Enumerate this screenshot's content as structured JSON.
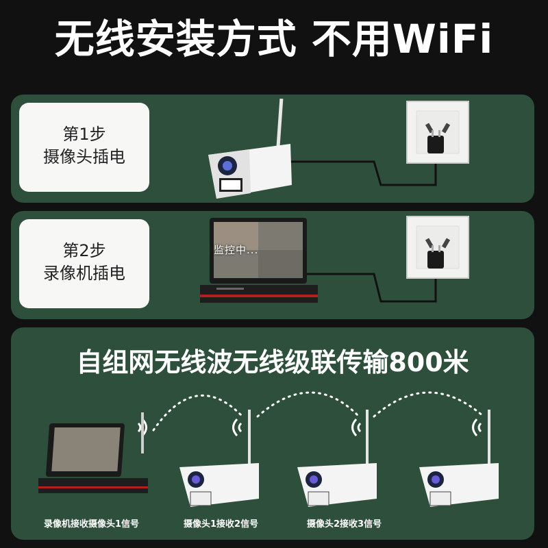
{
  "title": "无线安装方式 不用WiFi",
  "steps": [
    {
      "num": "第1步",
      "text": "摄像头插电"
    },
    {
      "num": "第2步",
      "text": "录像机插电"
    }
  ],
  "nvr_screen_text": "监控中...",
  "mesh": {
    "title": "自组网无线波无线级联传输800米",
    "captions": [
      "录像机接收摄像头1信号",
      "摄像头1接收2信号",
      "摄像头2接收3信号"
    ]
  },
  "colors": {
    "background": "#111111",
    "panel": "#2d4f3b",
    "card": "#f7f7f5",
    "text_light": "#ffffff"
  },
  "icons": [
    "camera-icon",
    "power-outlet-icon",
    "plug-icon",
    "nvr-monitor-icon",
    "wifi-signal-icon"
  ]
}
